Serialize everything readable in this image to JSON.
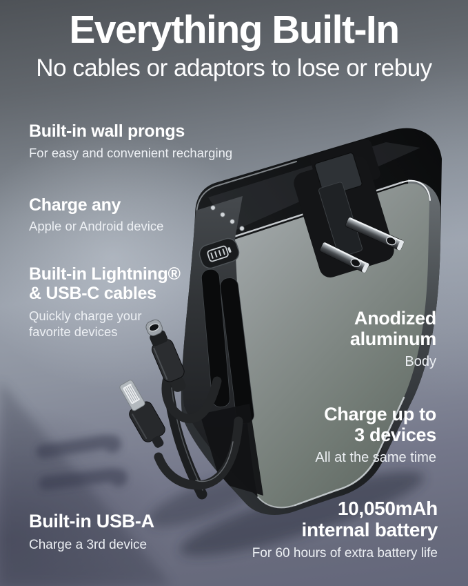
{
  "header": {
    "title": "Everything Built-In",
    "subtitle": "No cables or adaptors to lose or rebuy"
  },
  "features": {
    "wall_prongs": {
      "title": "Built-in wall prongs",
      "desc": "For easy and convenient recharging"
    },
    "charge_any": {
      "title": "Charge any",
      "desc": "Apple or Android device"
    },
    "cables": {
      "title1": "Built-in Lightning®",
      "title2": "& USB-C cables",
      "desc1": "Quickly charge your",
      "desc2": "favorite devices"
    },
    "usb_a": {
      "title": "Built-in USB-A",
      "desc": "Charge a 3rd device"
    },
    "anodized": {
      "title1": "Anodized",
      "title2": "aluminum",
      "desc": "Body"
    },
    "charge_three": {
      "title1": "Charge up to",
      "title2": "3 devices",
      "desc": "All at the same time"
    },
    "battery": {
      "title1": "10,050mAh",
      "title2": "internal battery",
      "desc": "For 60 hours of extra battery life"
    }
  },
  "product": {
    "description": "black portable power bank standing upright with flip-out wall prongs, built-in USB-C and Lightning cables",
    "icons": [
      "led-indicator-lights",
      "battery-level-icon",
      "wall-prongs",
      "usb-c-connector",
      "lightning-connector",
      "cable-slots"
    ]
  },
  "colors": {
    "background_top": "#4e5257",
    "background_mid": "#9aa1ac",
    "background_bottom": "#63667a",
    "text": "#ffffff",
    "product_top": "#121416",
    "product_front": "#78817b",
    "trim_silver": "#d8dde1"
  }
}
